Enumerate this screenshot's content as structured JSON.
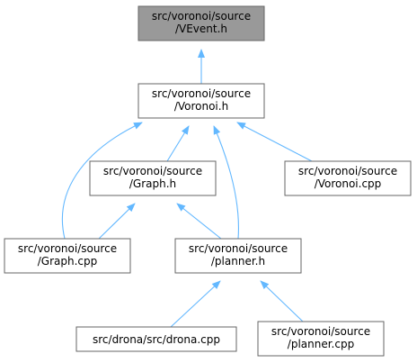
{
  "colors": {
    "edge": "#63b8ff",
    "node_border": "#666666",
    "node_fill": "#ffffff",
    "root_fill": "#999999"
  },
  "nodes": {
    "vevent_h": {
      "line1": "src/voronoi/source",
      "line2": "/VEvent.h",
      "highlighted": true
    },
    "voronoi_h": {
      "line1": "src/voronoi/source",
      "line2": "/Voronoi.h"
    },
    "graph_h": {
      "line1": "src/voronoi/source",
      "line2": "/Graph.h"
    },
    "voronoi_cpp": {
      "line1": "src/voronoi/source",
      "line2": "/Voronoi.cpp"
    },
    "graph_cpp": {
      "line1": "src/voronoi/source",
      "line2": "/Graph.cpp"
    },
    "planner_h": {
      "line1": "src/voronoi/source",
      "line2": "/planner.h"
    },
    "drona_cpp": {
      "line1": "src/drona/src/drona.cpp"
    },
    "planner_cpp": {
      "line1": "src/voronoi/source",
      "line2": "/planner.cpp"
    }
  },
  "edges": [
    {
      "from": "voronoi_h",
      "to": "vevent_h"
    },
    {
      "from": "graph_h",
      "to": "voronoi_h"
    },
    {
      "from": "graph_cpp",
      "to": "voronoi_h"
    },
    {
      "from": "planner_h",
      "to": "voronoi_h"
    },
    {
      "from": "voronoi_cpp",
      "to": "voronoi_h"
    },
    {
      "from": "graph_cpp",
      "to": "graph_h"
    },
    {
      "from": "planner_h",
      "to": "graph_h"
    },
    {
      "from": "drona_cpp",
      "to": "planner_h"
    },
    {
      "from": "planner_cpp",
      "to": "planner_h"
    }
  ]
}
